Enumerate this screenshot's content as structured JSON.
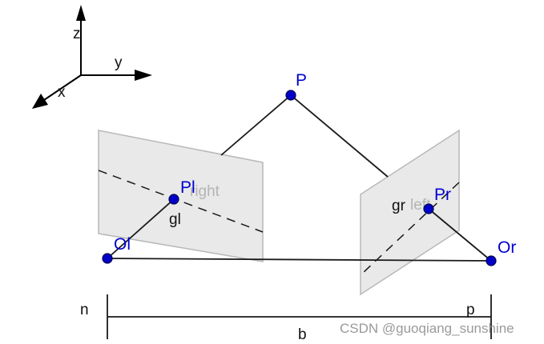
{
  "axes": {
    "z_label": "z",
    "y_label": "y",
    "x_label": "x"
  },
  "points": {
    "P": "P",
    "Pl": "Pl",
    "Pr": "Pr",
    "Ol": "Ol",
    "Or": "Or"
  },
  "segments": {
    "gl": "gl",
    "gr": "gr"
  },
  "planes": {
    "left_plane_label": "right",
    "right_plane_label": "left"
  },
  "baseline": {
    "n": "n",
    "p": "p",
    "b": "b"
  },
  "watermark": "CSDN @guoqiang_sunshine"
}
